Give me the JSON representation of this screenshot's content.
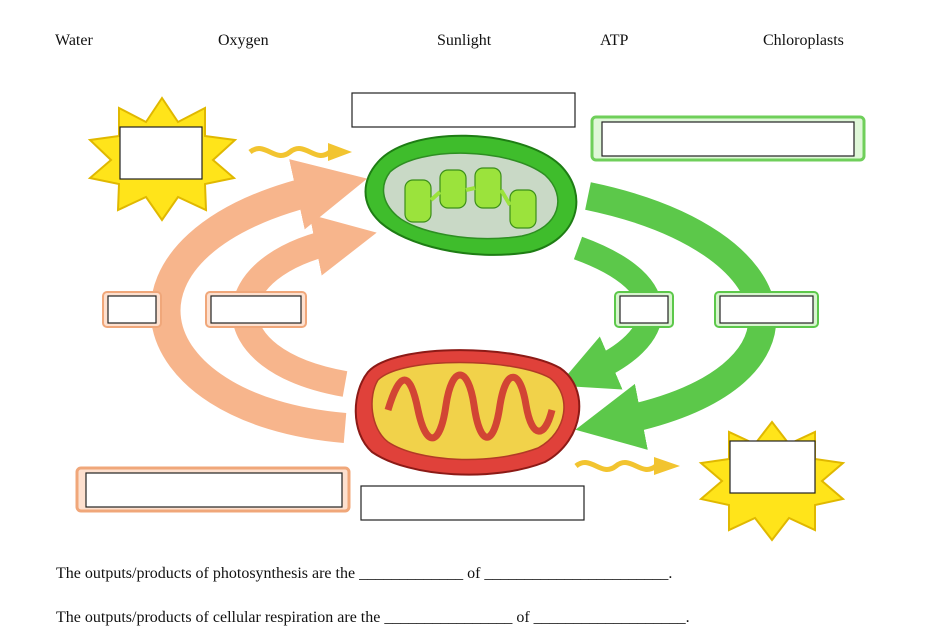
{
  "word_bank": [
    "Water",
    "Oxygen",
    "Sunlight",
    "ATP",
    "Chloroplasts"
  ],
  "sentences": [
    "The outputs/products of photosynthesis are the _____________ of _______________________.",
    "The outputs/products of cellular respiration are the ________________ of ___________________."
  ],
  "colors": {
    "photosynthesis_arrows": "#5cc84a",
    "respiration_arrows": "#f7b58c",
    "chloroplast": "#3fbd2c",
    "mitochondrion": "#e0413a",
    "sun": "#ffe41a",
    "energy_wave": "#f2c430"
  }
}
